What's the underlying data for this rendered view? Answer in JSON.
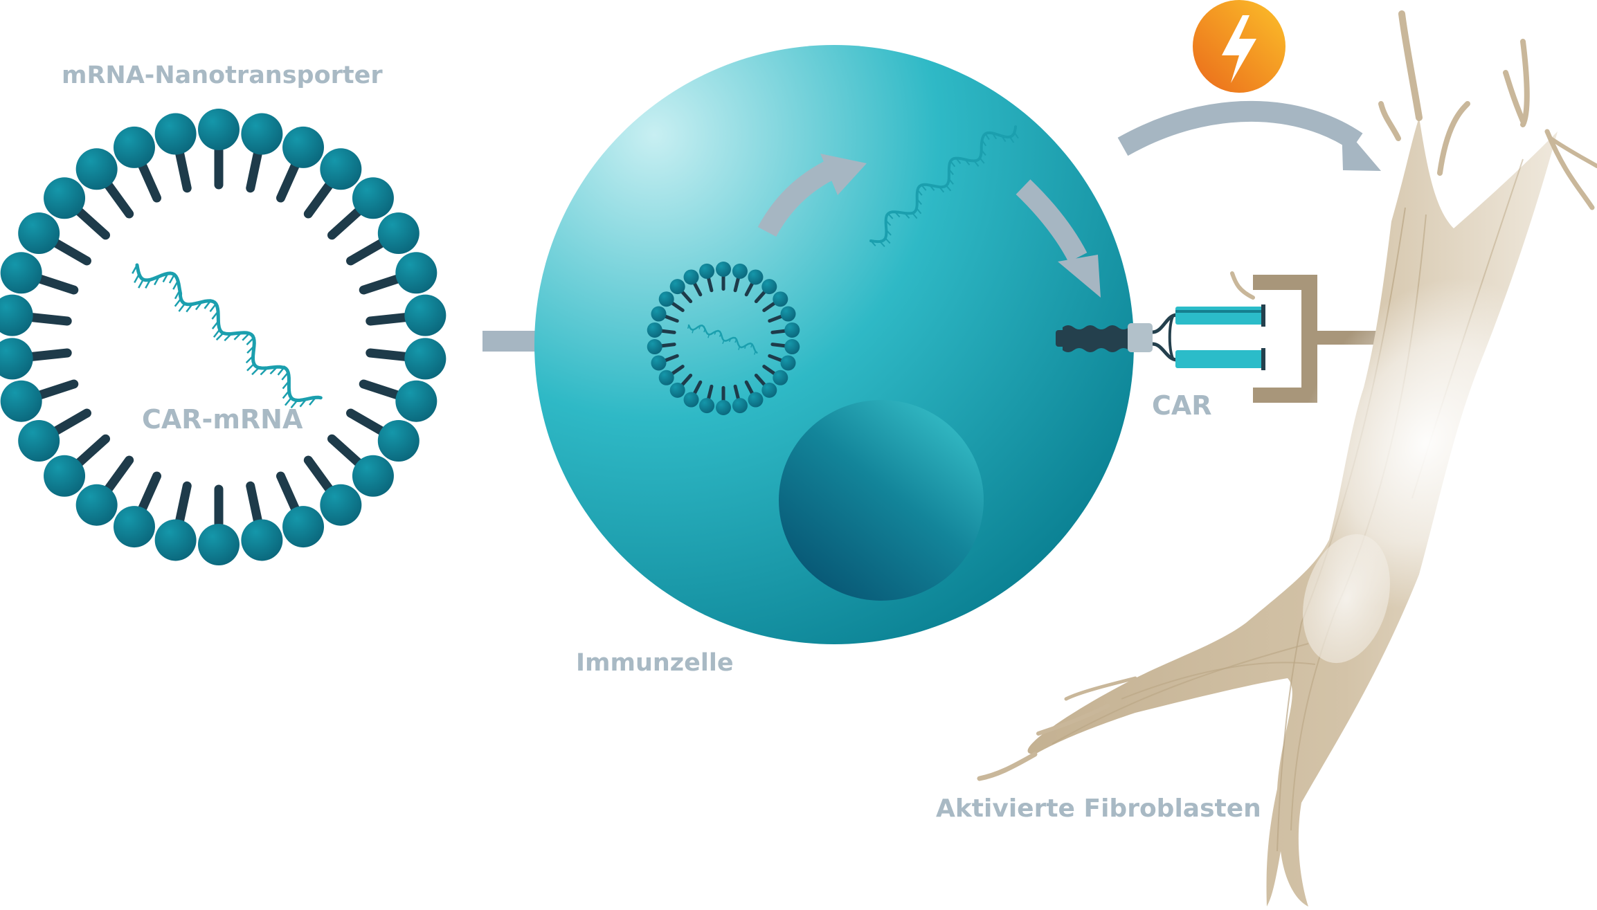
{
  "labels": {
    "nanotransporter": "mRNA-Nanotransporter",
    "car_mrna": "CAR-mRNA",
    "immune_cell": "Immunzelle",
    "car": "CAR",
    "fibroblasts": "Aktivierte Fibroblasten"
  },
  "colors": {
    "lipid_head": "#0e7e92",
    "lipid_head_dark": "#0a5f73",
    "lipid_tail": "#1e3b4a",
    "mrna": "#1b9fae",
    "label_text": "#a8b9c4",
    "arrow": "#a6b6c2",
    "cell_light": "#bdebef",
    "cell_mid": "#27b3c2",
    "cell_dark": "#0b8597",
    "nucleus_light": "#38c4cc",
    "nucleus_dark": "#0b5e79",
    "fibroblast": "#c9b79a",
    "receptor_frame": "#a8967a",
    "car_domain": "#2bbcc9",
    "car_domain_dark": "#157f8f",
    "car_anchor": "#24404d",
    "lightning_orange": "#f07d1e",
    "lightning_yellow": "#fbb827"
  },
  "icons": {
    "lightning": "lightning-bolt-icon"
  }
}
